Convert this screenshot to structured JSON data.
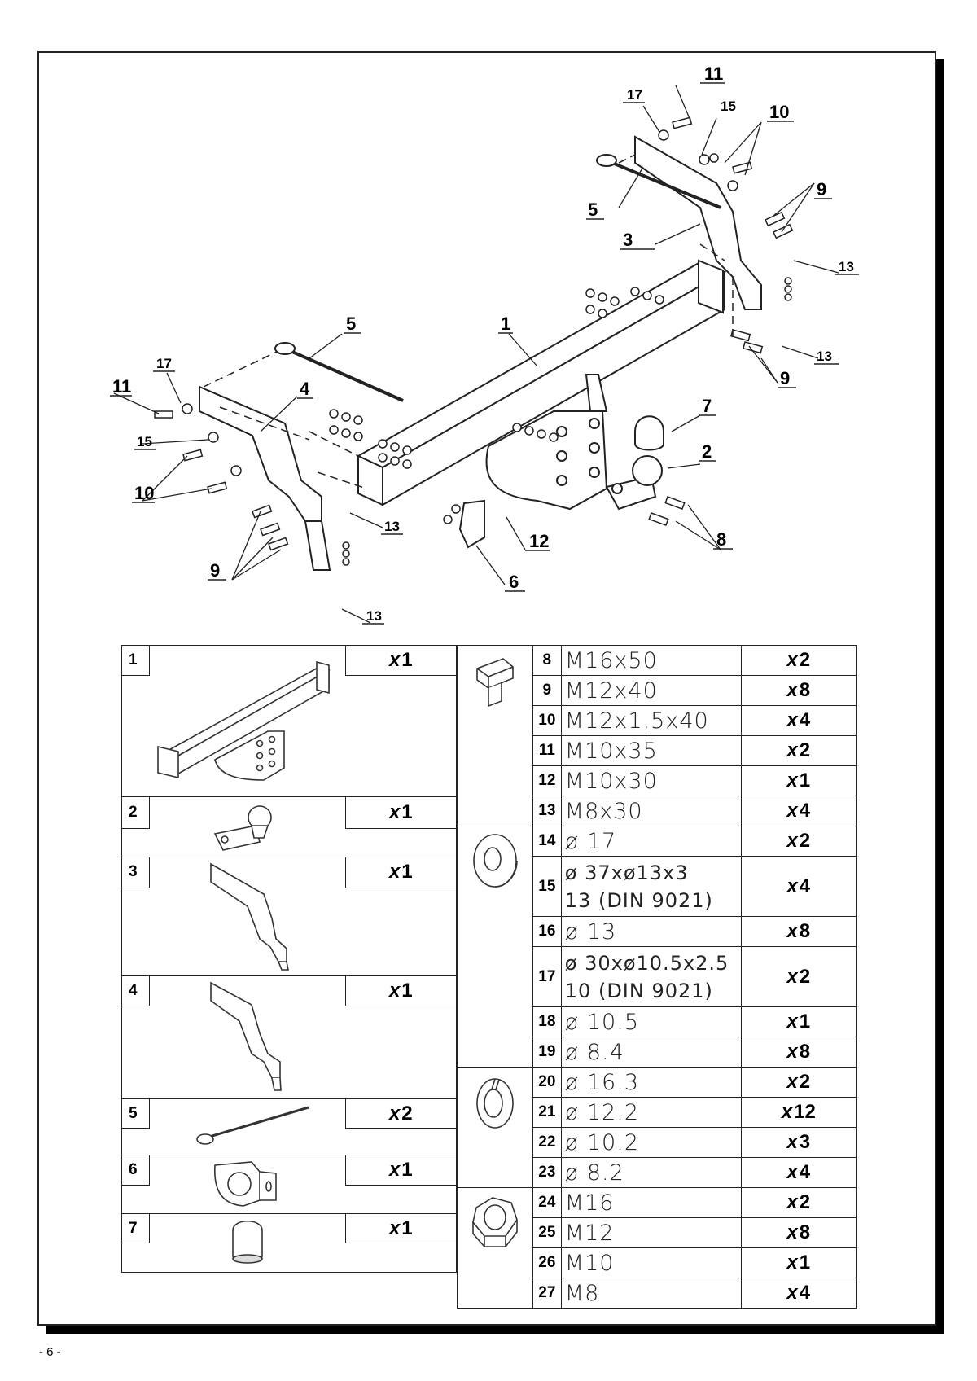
{
  "page_number": "- 6 -",
  "callouts": [
    {
      "label": "11"
    },
    {
      "label": "17"
    },
    {
      "label": "15"
    },
    {
      "label": "10"
    },
    {
      "label": "5"
    },
    {
      "label": "3"
    },
    {
      "label": "9"
    },
    {
      "label": "13"
    },
    {
      "label": "13"
    },
    {
      "label": "9"
    },
    {
      "label": "5"
    },
    {
      "label": "1"
    },
    {
      "label": "17"
    },
    {
      "label": "11"
    },
    {
      "label": "4"
    },
    {
      "label": "15"
    },
    {
      "label": "10"
    },
    {
      "label": "7"
    },
    {
      "label": "2"
    },
    {
      "label": "13"
    },
    {
      "label": "9"
    },
    {
      "label": "12"
    },
    {
      "label": "8"
    },
    {
      "label": "6"
    },
    {
      "label": "13"
    }
  ],
  "left_parts": [
    {
      "num": "1",
      "qty_prefix": "x",
      "qty": "1",
      "icon": "tow-bar-icon"
    },
    {
      "num": "2",
      "qty_prefix": "x",
      "qty": "1",
      "icon": "tow-ball-icon"
    },
    {
      "num": "3",
      "qty_prefix": "x",
      "qty": "1",
      "icon": "right-bracket-icon"
    },
    {
      "num": "4",
      "qty_prefix": "x",
      "qty": "1",
      "icon": "left-bracket-icon"
    },
    {
      "num": "5",
      "qty_prefix": "x",
      "qty": "2",
      "icon": "strap-icon"
    },
    {
      "num": "6",
      "qty_prefix": "x",
      "qty": "1",
      "icon": "socket-plate-icon"
    },
    {
      "num": "7",
      "qty_prefix": "x",
      "qty": "1",
      "icon": "ball-cap-icon"
    }
  ],
  "right_parts": [
    {
      "num": "8",
      "spec": "M16x50",
      "qty_prefix": "x",
      "qty": "2"
    },
    {
      "num": "9",
      "spec": "M12x40",
      "qty_prefix": "x",
      "qty": "8"
    },
    {
      "num": "10",
      "spec": "M12x1,5x40",
      "qty_prefix": "x",
      "qty": "4"
    },
    {
      "num": "11",
      "spec": "M10x35",
      "qty_prefix": "x",
      "qty": "2"
    },
    {
      "num": "12",
      "spec": "M10x30",
      "qty_prefix": "x",
      "qty": "1"
    },
    {
      "num": "13",
      "spec": "M8x30",
      "qty_prefix": "x",
      "qty": "4"
    },
    {
      "num": "14",
      "spec": "ø 17",
      "qty_prefix": "x",
      "qty": "2"
    },
    {
      "num": "15",
      "spec": "ø 37xø13x3",
      "spec2": "13   (DIN 9021)",
      "qty_prefix": "x",
      "qty": "4"
    },
    {
      "num": "16",
      "spec": "ø 13",
      "qty_prefix": "x",
      "qty": "8"
    },
    {
      "num": "17",
      "spec": "ø 30xø10.5x2.5",
      "spec2": "10   (DIN 9021)",
      "qty_prefix": "x",
      "qty": "2"
    },
    {
      "num": "18",
      "spec": "ø 10.5",
      "qty_prefix": "x",
      "qty": "1"
    },
    {
      "num": "19",
      "spec": "ø 8.4",
      "qty_prefix": "x",
      "qty": "8"
    },
    {
      "num": "20",
      "spec": "ø 16.3",
      "qty_prefix": "x",
      "qty": "2"
    },
    {
      "num": "21",
      "spec": "ø 12.2",
      "qty_prefix": "x",
      "qty": "12"
    },
    {
      "num": "22",
      "spec": "ø 10.2",
      "qty_prefix": "x",
      "qty": "3"
    },
    {
      "num": "23",
      "spec": "ø 8.2",
      "qty_prefix": "x",
      "qty": "4"
    },
    {
      "num": "24",
      "spec": "M16",
      "qty_prefix": "x",
      "qty": "2"
    },
    {
      "num": "25",
      "spec": "M12",
      "qty_prefix": "x",
      "qty": "8"
    },
    {
      "num": "26",
      "spec": "M10",
      "qty_prefix": "x",
      "qty": "1"
    },
    {
      "num": "27",
      "spec": "M8",
      "qty_prefix": "x",
      "qty": "4"
    }
  ],
  "group_icons": [
    "bolt-icon",
    "flat-washer-icon",
    "spring-washer-icon",
    "hex-nut-icon"
  ]
}
